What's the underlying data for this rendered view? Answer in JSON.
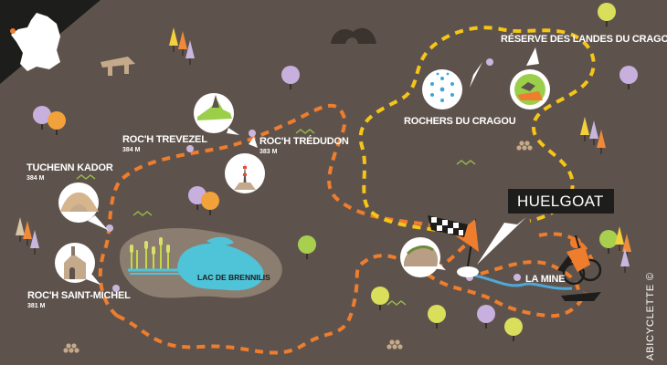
{
  "map": {
    "labels": {
      "huelgoat": "HUELGOAT",
      "reserve": "RÉSERVE DES LANDES DU CRAGOU",
      "rochers": "ROCHERS DU CRAGOU",
      "trevezel": "ROC'H TREVEZEL",
      "trevezel_alt": "384 M",
      "tredudon": "ROC'H TRÉDUDON",
      "tredudon_alt": "383 M",
      "tuchenn": "TUCHENN KADOR",
      "tuchenn_alt": "384 M",
      "saint_michel": "ROC'H SAINT-MICHEL",
      "saint_michel_alt": "381 M",
      "lake": "LAC DE BRENNILIS",
      "mine": "LA MINE"
    },
    "credit": "ABICYCLETTE ©",
    "colors": {
      "background": "#5e534c",
      "route": "#ee7d2e",
      "route_alt": "#f5c518",
      "lake": "#4fc4d9",
      "marker": "#c9b6dd",
      "label": "#ffffff"
    },
    "icons": [
      "france-map-icon",
      "dolmen-icon",
      "tunnel-icon",
      "spring-icon",
      "heather-bird-icon",
      "tree-icon",
      "antenna-icon",
      "rock-icon",
      "chapel-icon",
      "checkered-flag-icon",
      "cyclist-icon",
      "boulder-icon"
    ]
  }
}
